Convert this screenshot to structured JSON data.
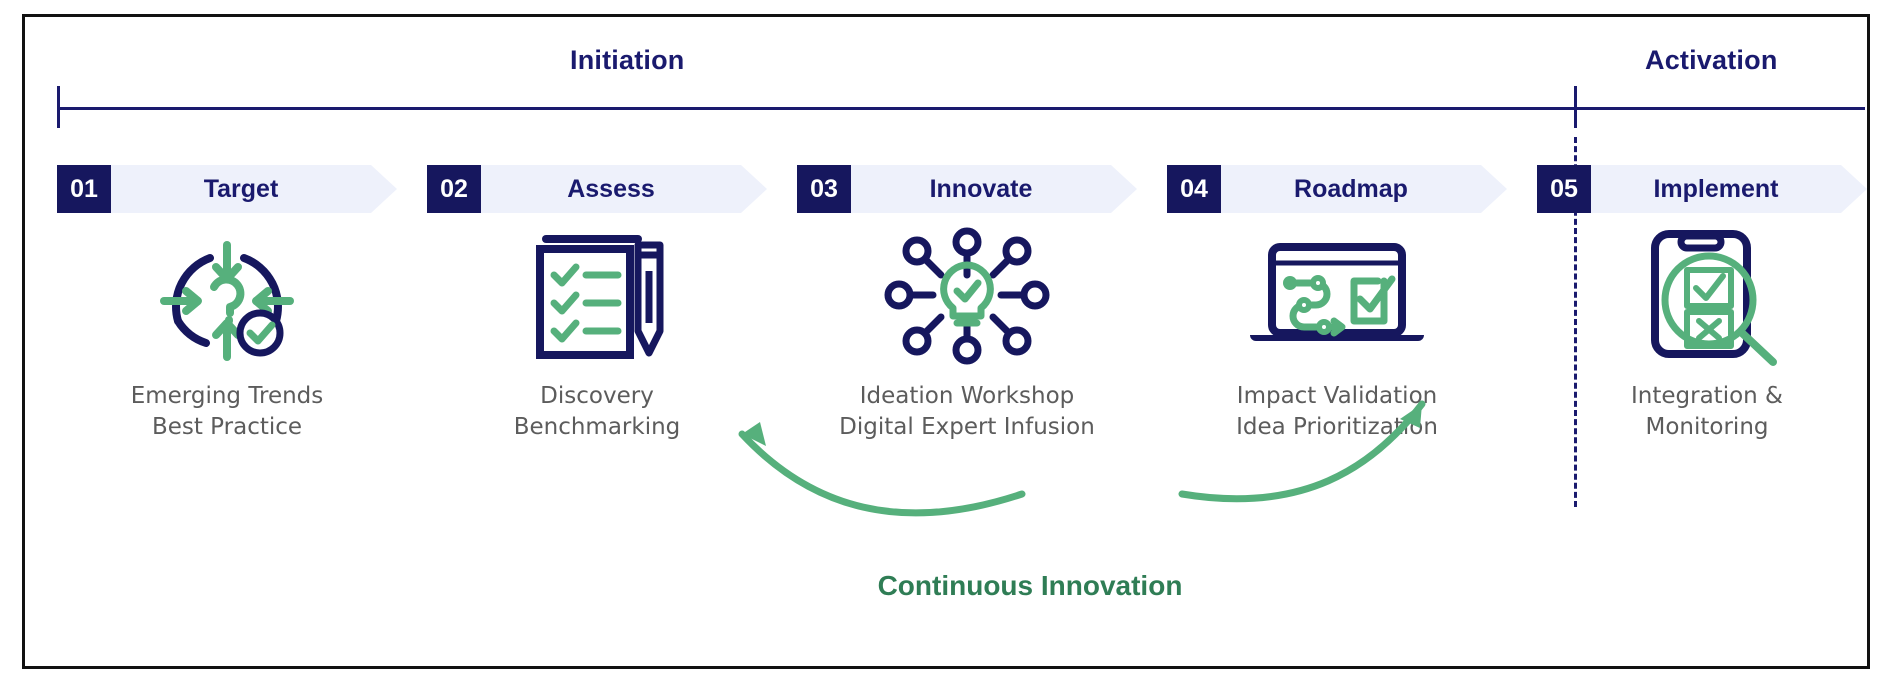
{
  "diagram": {
    "title_left": "Initiation",
    "title_right": "Activation",
    "loop_label": "Continuous Innovation",
    "colors": {
      "navy": "#16175e",
      "navy_text": "#1a1a6e",
      "chevron_fill": "#eef1fb",
      "green": "#56b07c",
      "green_text": "#2f7d55",
      "caption_grey": "#5c5c5c",
      "frame": "#111111"
    }
  },
  "steps": [
    {
      "number": "01",
      "label": "Target",
      "icon": "question-circle-arrows-icon",
      "caption": "Emerging Trends\nBest Practice",
      "phase": "Initiation"
    },
    {
      "number": "02",
      "label": "Assess",
      "icon": "checklist-clipboard-pen-icon",
      "caption": "Discovery\nBenchmarking",
      "phase": "Initiation"
    },
    {
      "number": "03",
      "label": "Innovate",
      "icon": "lightbulb-network-icon",
      "caption": "Ideation Workshop\nDigital Expert Infusion",
      "phase": "Initiation"
    },
    {
      "number": "04",
      "label": "Roadmap",
      "icon": "laptop-roadmap-checkbox-icon",
      "caption": "Impact Validation\nIdea Prioritization",
      "phase": "Initiation"
    },
    {
      "number": "05",
      "label": "Implement",
      "icon": "smartphone-magnifier-checklist-icon",
      "caption": "Integration &\nMonitoring",
      "phase": "Activation"
    }
  ]
}
